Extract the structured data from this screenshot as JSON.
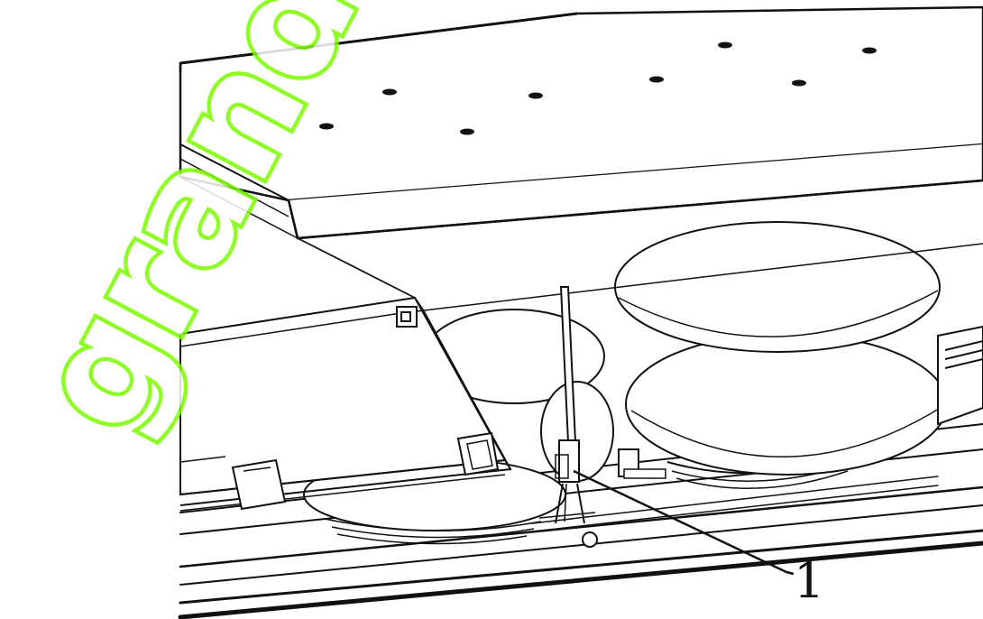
{
  "figure": {
    "callouts": [
      {
        "id": "1",
        "label": "1"
      }
    ],
    "watermark": {
      "text": "grandin",
      "color": "#7cfc00"
    },
    "colors": {
      "line": "#111111",
      "panel_fill": "#ffffff",
      "bellow_shade": "#f4f4f4",
      "shadow": "#d9d9d9"
    }
  }
}
